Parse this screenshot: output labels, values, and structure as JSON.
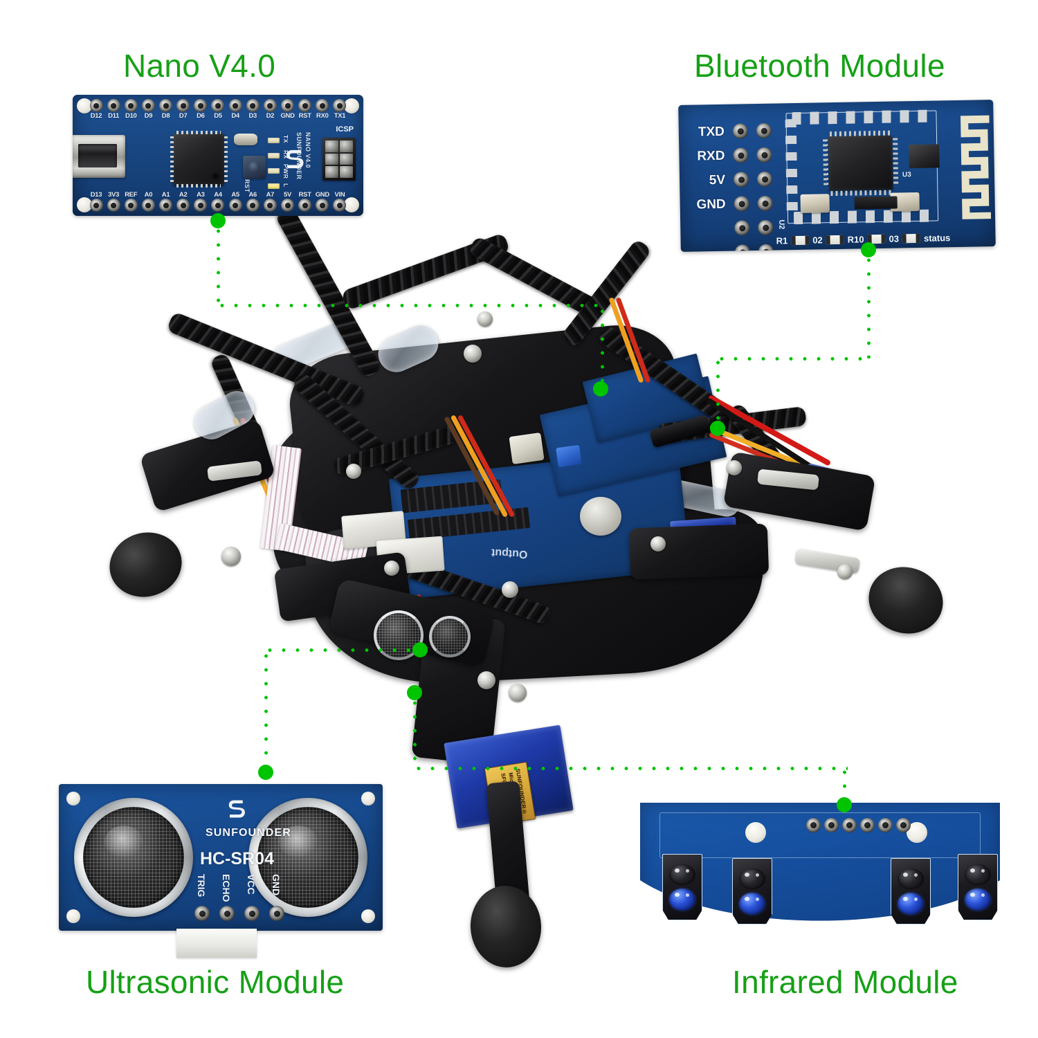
{
  "page": {
    "background_color": "#ffffff",
    "accent_green": "#16a016",
    "connector_green": "#00c400",
    "pcb_blue": "#17447e"
  },
  "callouts": [
    {
      "id": "nano",
      "label": "Nano V4.0",
      "position": "top-left"
    },
    {
      "id": "bluetooth",
      "label": "Bluetooth Module",
      "position": "top-right"
    },
    {
      "id": "ultrasonic",
      "label": "Ultrasonic Module",
      "position": "bottom-left"
    },
    {
      "id": "infrared",
      "label": "Infrared Module",
      "position": "bottom-right"
    }
  ],
  "nano_board": {
    "silkscreen_brand": "SUNFOUNDER",
    "silkscreen_model": "NANO V4.0",
    "icsp_label": "ICSP",
    "reset_label": "RST",
    "led_labels": [
      "TX",
      "RX",
      "PWR",
      "L"
    ],
    "top_pins": [
      "D12",
      "D11",
      "D10",
      "D9",
      "D8",
      "D7",
      "D6",
      "D5",
      "D4",
      "D3",
      "D2",
      "GND",
      "RST",
      "RX0",
      "TX1"
    ],
    "bottom_pins": [
      "D13",
      "3V3",
      "REF",
      "A0",
      "A1",
      "A2",
      "A3",
      "A4",
      "A5",
      "A6",
      "A7",
      "5V",
      "RST",
      "GND",
      "VIN"
    ]
  },
  "bluetooth_board": {
    "pin_labels": [
      "TXD",
      "RXD",
      "5V",
      "GND"
    ],
    "silk_u2": "U2",
    "silk_u3": "U3",
    "bottom_silk": [
      "R1",
      "02",
      "R10",
      "03",
      "status"
    ],
    "status_label": "status"
  },
  "ultrasonic_board": {
    "brand": "SUNFOUNDER",
    "part_number": "HC-SR04",
    "pin_labels": [
      "TRIG",
      "ECHO",
      "VCC",
      "GND"
    ],
    "transducer_count": 2
  },
  "infrared_board": {
    "sensor_count": 4,
    "header_pin_count": 6,
    "mounting_hole_count": 2,
    "shape": "curved-crescent"
  },
  "robot": {
    "servo_label_lines": [
      "SUNFOUNDER®",
      "Micro Servo",
      "9g SF0180",
      "Made in China"
    ],
    "servo_label_text": "SUNFOUNDER® Micro Servo 9g SF0180 Made in China",
    "foot_count": 4,
    "chassis_material": "black acrylic"
  }
}
